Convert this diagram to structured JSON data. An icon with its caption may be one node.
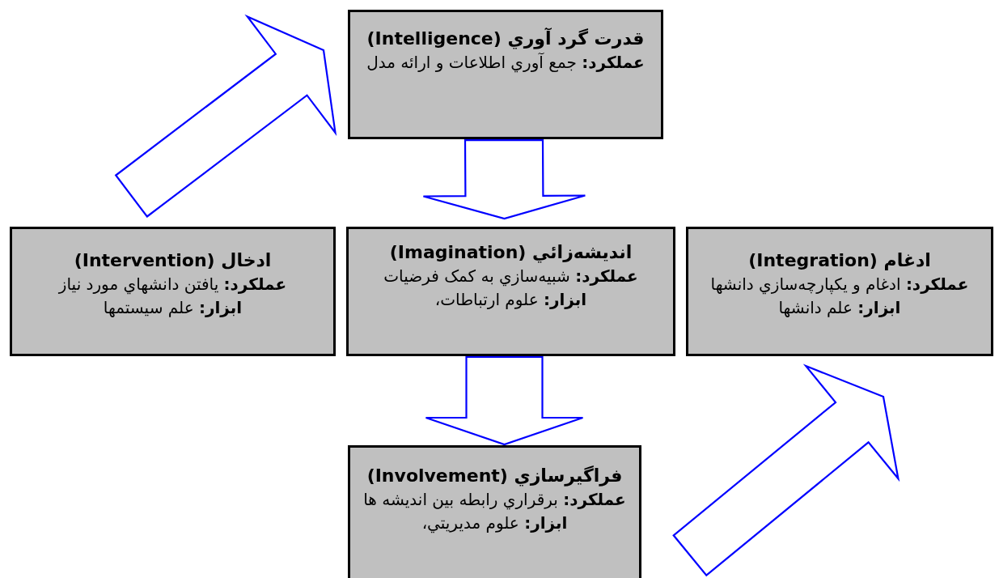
{
  "diagram": {
    "nodes": [
      {
        "text": [
          "قدرت گرد آوري (Intelligence)",
          "**عملکرد:** جمع آوري اطلاعات و ارائه مدل"
        ]
      },
      {
        "text": [
          "ادخال (Intervention)",
          "**عملکرد:** يافتن دانشهاي مورد نياز",
          "**ابزار:** علم سيستمها"
        ]
      },
      {
        "text": [
          "انديشه‌زائي (Imagination)",
          "**عملکرد:** شبيه‌سازي به کمک فرضيات",
          "**ابزار:** علوم ارتباطات،"
        ]
      },
      {
        "text": [
          "ادغام (Integration)",
          "**عملکرد:** ادغام و يکپارچه‌سازي دانشها",
          "**ابزار:** علم دانشها"
        ]
      },
      {
        "text": [
          "فراگيرسازي (Involvement)",
          "**عملکرد:** برقراري رابطه بين انديشه ها",
          "**ابزار:** علوم مديريتي،"
        ]
      }
    ],
    "edges": [
      {
        "from": 1,
        "to": 0,
        "arrow": "to"
      },
      {
        "from": 0,
        "to": 2,
        "arrow": "to"
      },
      {
        "from": 2,
        "to": 4,
        "arrow": "to"
      },
      {
        "from": 4,
        "to": 3,
        "arrow": "to"
      }
    ]
  }
}
